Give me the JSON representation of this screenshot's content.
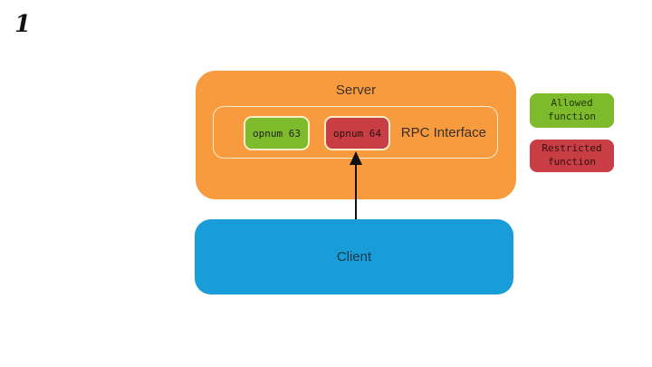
{
  "page": {
    "number": "1",
    "background": "#FFFFFF"
  },
  "diagram": {
    "server": {
      "label": "Server",
      "fill": "#F89B3E"
    },
    "rpc_interface": {
      "label": "RPC Interface",
      "border_color": "#FBEFD3"
    },
    "opnums": [
      {
        "label": "opnum 63",
        "status": "allowed",
        "fill": "#7DBB2D"
      },
      {
        "label": "opnum 64",
        "status": "restricted",
        "fill": "#C83E44"
      }
    ],
    "client": {
      "label": "Client",
      "fill": "#189DD9"
    },
    "arrow": {
      "from": "Client",
      "to": "opnum 64",
      "color": "#111111"
    }
  },
  "legend": {
    "items": [
      {
        "label": "Allowed\nfunction",
        "status": "allowed",
        "fill": "#7DBB2D"
      },
      {
        "label": "Restricted\nfunction",
        "status": "restricted",
        "fill": "#C83E44"
      }
    ]
  }
}
